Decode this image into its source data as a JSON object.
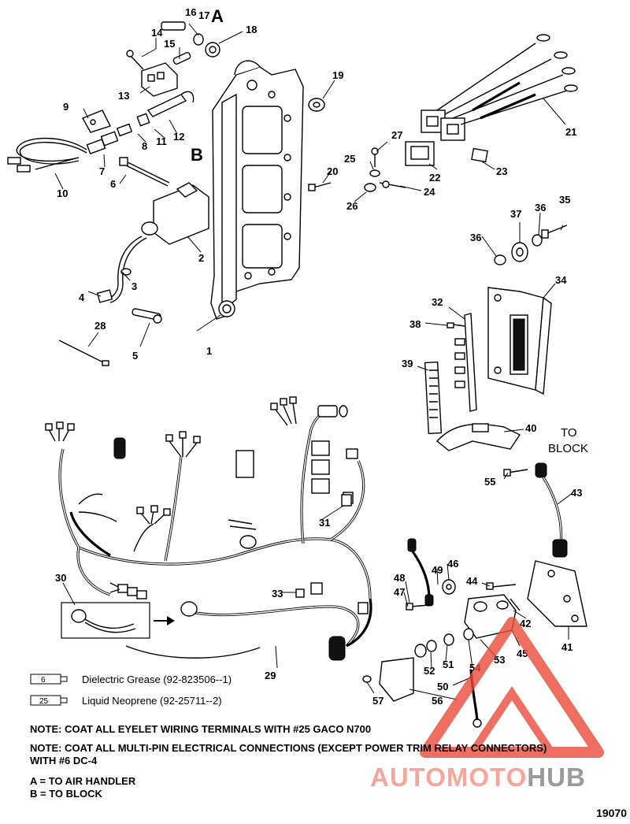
{
  "figure_number": "19070",
  "callouts": {
    "c1": "1",
    "c2": "2",
    "c3": "3",
    "c4": "4",
    "c5": "5",
    "c6": "6",
    "c7": "7",
    "c8": "8",
    "c9": "9",
    "c10": "10",
    "c11": "11",
    "c12": "12",
    "c13": "13",
    "c14": "14",
    "c15": "15",
    "c16": "16",
    "c17": "17",
    "c18": "18",
    "c19": "19",
    "c20": "20",
    "c21": "21",
    "c22": "22",
    "c23": "23",
    "c24": "24",
    "c25": "25",
    "c26": "26",
    "c27": "27",
    "c28": "28",
    "c29": "29",
    "c30": "30",
    "c31": "31",
    "c32": "32",
    "c33": "33",
    "c34": "34",
    "c35": "35",
    "c36a": "36",
    "c36b": "36",
    "c37": "37",
    "c38": "38",
    "c39": "39",
    "c40": "40",
    "c41": "41",
    "c42": "42",
    "c43": "43",
    "c44": "44",
    "c45": "45",
    "c46": "46",
    "c47": "47",
    "c48": "48",
    "c49": "49",
    "c50": "50",
    "c51": "51",
    "c52": "52",
    "c53": "53",
    "c54": "54",
    "c55": "55",
    "c56": "56",
    "c57": "57",
    "A": "A",
    "B": "B"
  },
  "to_block_line1": "TO",
  "to_block_line2": "BLOCK",
  "legend": [
    {
      "tube_no": "6",
      "text": "Dielectric Grease (92-823506--1)"
    },
    {
      "tube_no": "25",
      "text": "Liquid Neoprene (92-25711--2)"
    }
  ],
  "notes": {
    "note1": "NOTE: COAT ALL EYELET WIRING TERMINALS WITH #25 GACO N700",
    "note2": "NOTE: COAT ALL MULTI-PIN ELECTRICAL CONNECTIONS (EXCEPT POWER TRIM RELAY CONNECTORS) WITH #6 DC-4",
    "key_a": "A = TO AIR HANDLER",
    "key_b": "B = TO BLOCK"
  },
  "watermark": {
    "part1": "AUTOMOTO",
    "part2": "HUB",
    "color1": "#f4a79a",
    "color2": "#9a9a9a",
    "triangle_color": "#ea4b3c"
  }
}
